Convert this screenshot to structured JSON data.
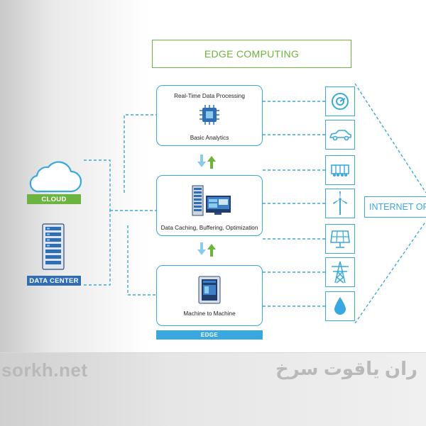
{
  "title": "EDGE COMPUTING",
  "nodes": {
    "realtime": {
      "top_label": "Real-Time Data Processing",
      "bottom_label": "Basic Analytics"
    },
    "caching": {
      "label": "Data Caching, Buffering, Optimization"
    },
    "m2m": {
      "label": "Machine to Machine"
    }
  },
  "edge_label": "EDGE",
  "cloud_label": "CLOUD",
  "datacenter_label": "DATA CENTER",
  "iot_label": "INTERNET OF",
  "devices": [
    "gauge-icon",
    "car-icon",
    "train-icon",
    "wind-turbine-icon",
    "solar-panel-icon",
    "power-tower-icon",
    "water-drop-icon"
  ],
  "watermark": {
    "left": "sorkh.net",
    "right": "ران یاقوت سرخ"
  },
  "colors": {
    "blue": "#3aa8de",
    "green": "#6db33f",
    "title_green": "#6db33f"
  }
}
